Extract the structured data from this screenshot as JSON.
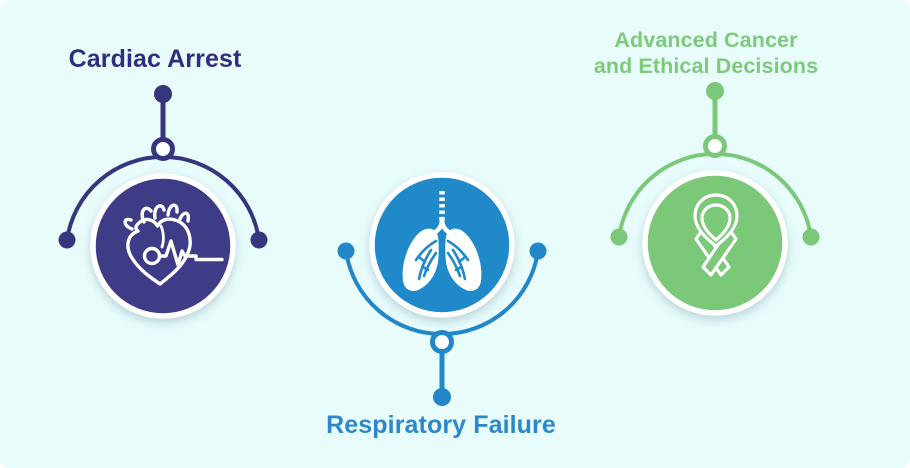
{
  "figure": {
    "background_color": "#e8fcfc",
    "items": [
      {
        "label": "Cardiac Arrest",
        "lines": [
          "Cardiac Arrest"
        ],
        "accent_color": "#38357f",
        "circle_color": "#3e3c87",
        "text_color": "#322e7e",
        "icon": "heart-cardiogram-icon",
        "label_position": "top"
      },
      {
        "label": "Respiratory Failure",
        "lines": [
          "Respiratory Failure"
        ],
        "accent_color": "#2187c9",
        "circle_color": "#2089c9",
        "text_color": "#2e87ca",
        "icon": "lungs-icon",
        "label_position": "bottom"
      },
      {
        "label": "Advanced Cancer and Ethical Decisions",
        "lines": [
          "Advanced Cancer",
          "and Ethical Decisions"
        ],
        "accent_color": "#7bc879",
        "circle_color": "#7bc879",
        "text_color": "#7dca7a",
        "icon": "awareness-ribbon-icon",
        "label_position": "top"
      }
    ]
  }
}
